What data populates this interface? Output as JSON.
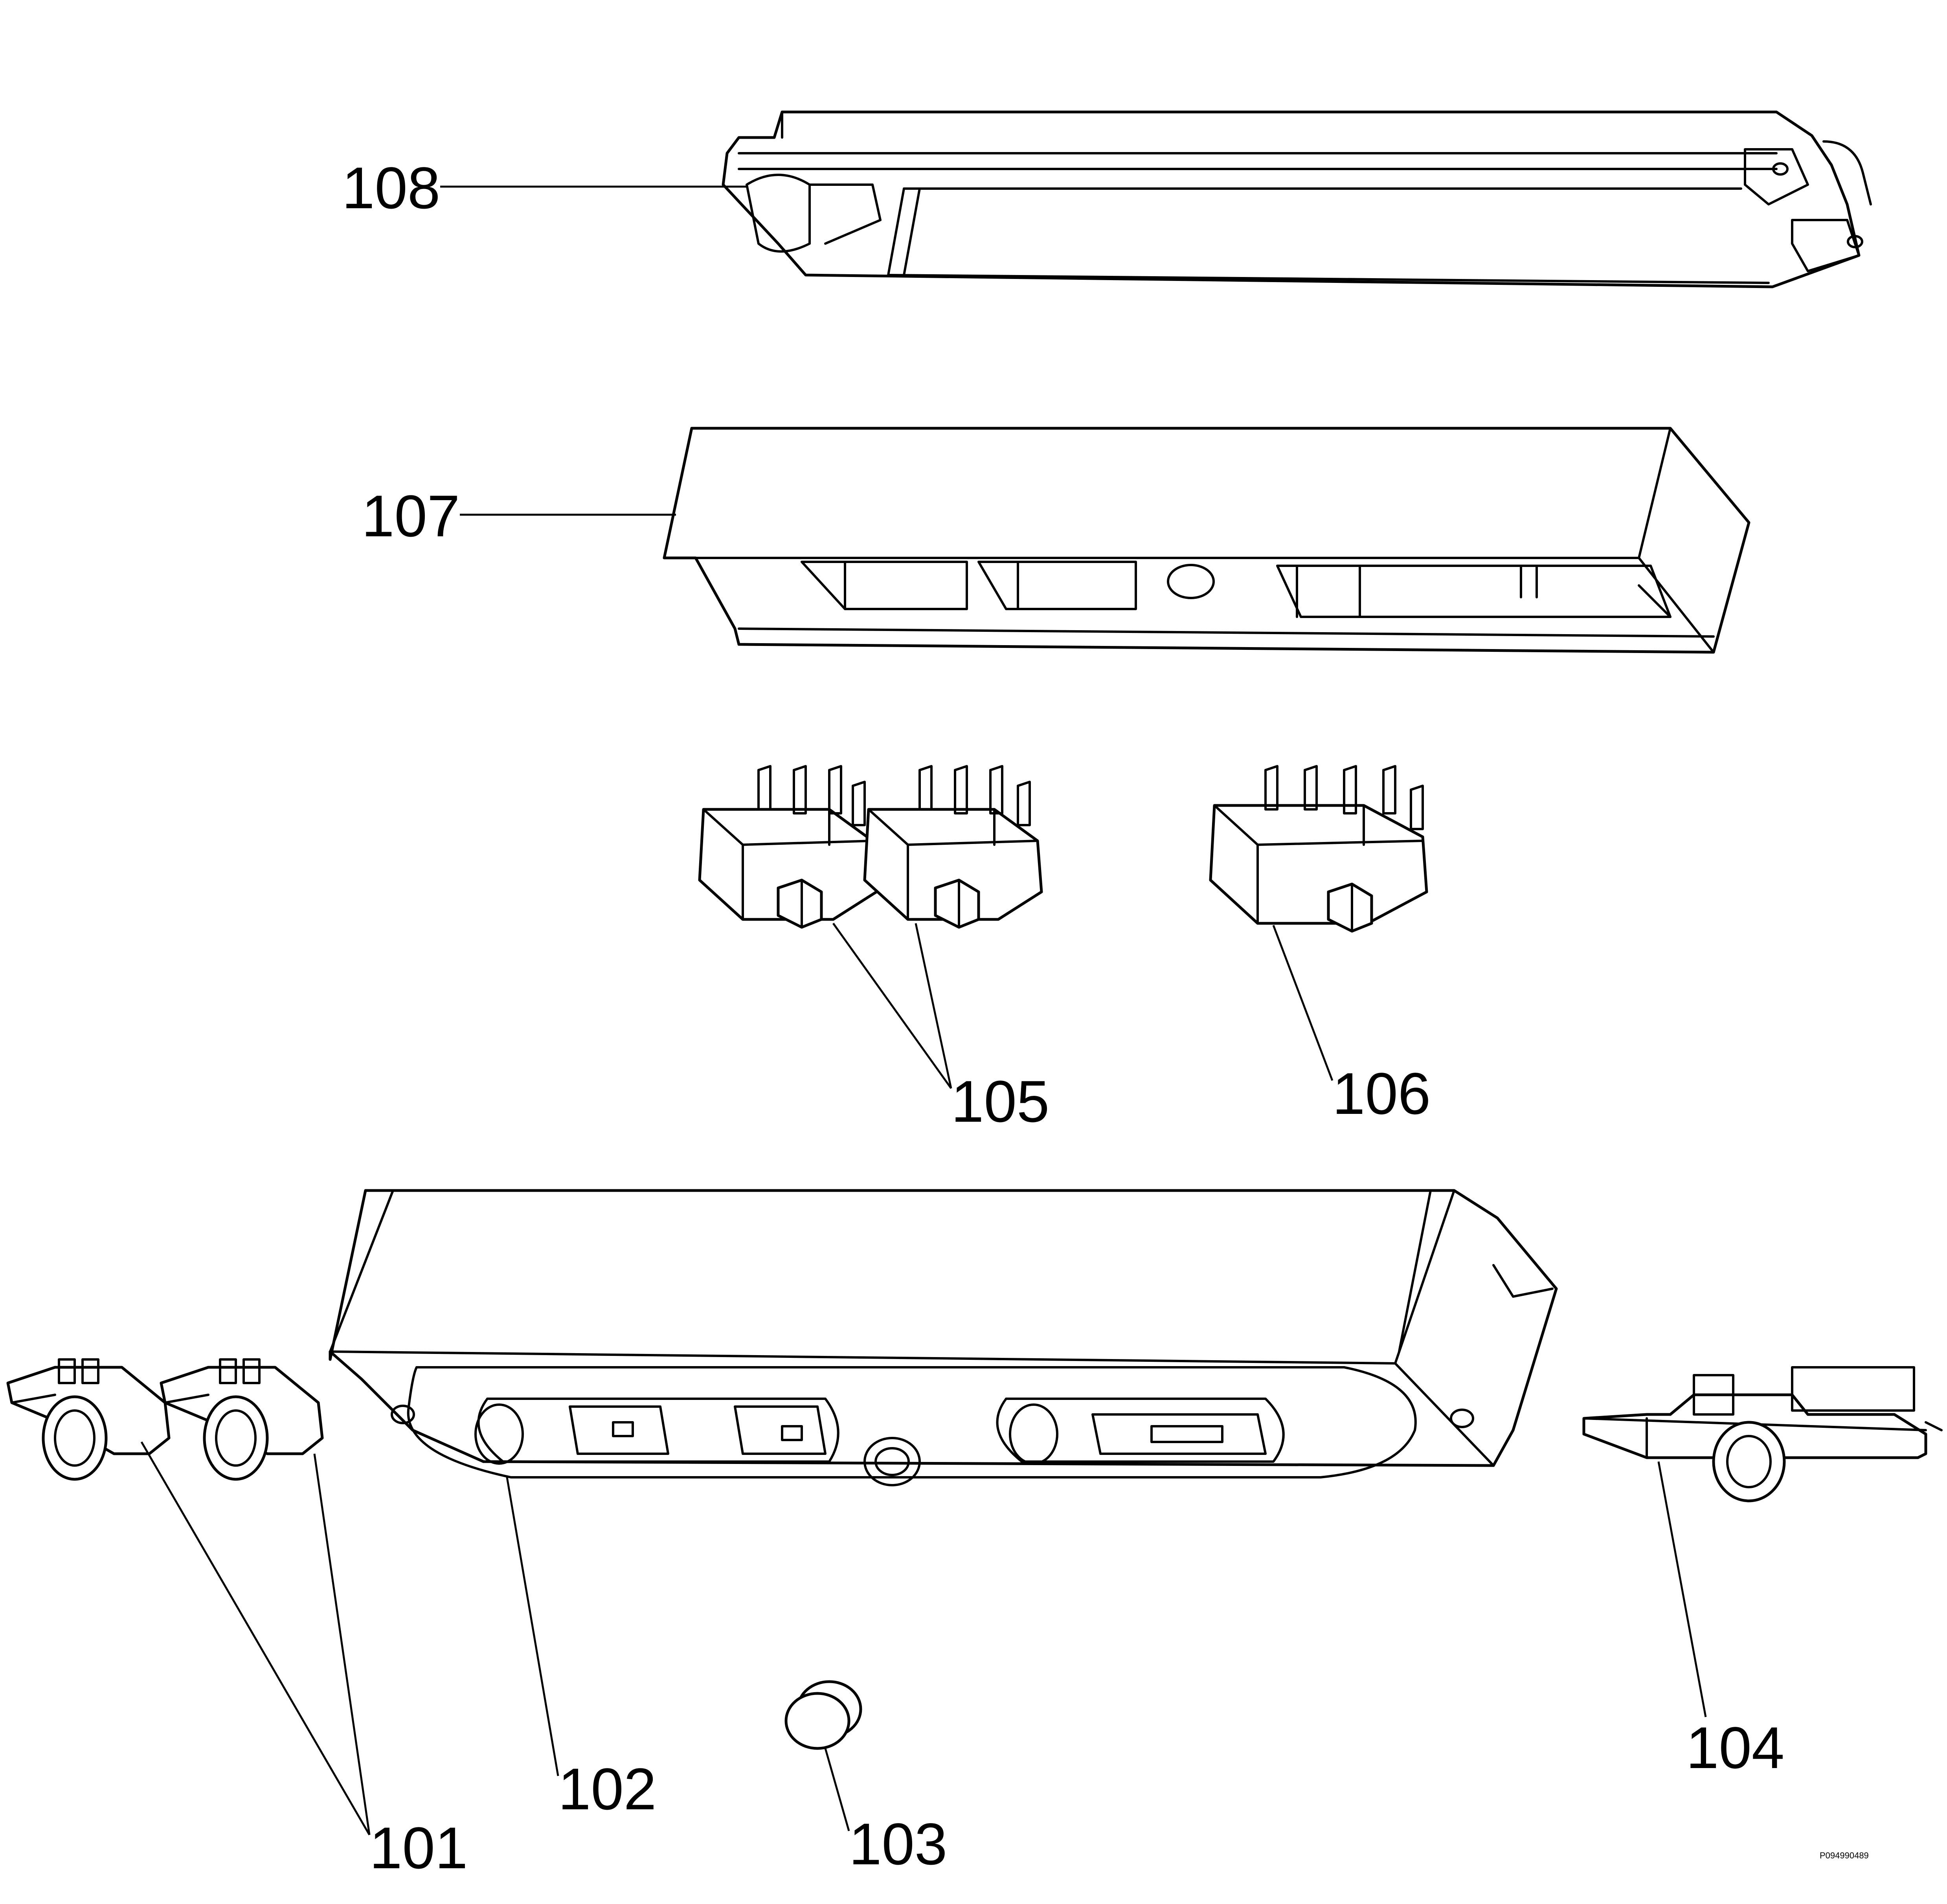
{
  "diagram": {
    "part_labels": [
      "108",
      "107",
      "105",
      "106",
      "101",
      "102",
      "103",
      "104"
    ],
    "drawing_code": "P094990489"
  }
}
